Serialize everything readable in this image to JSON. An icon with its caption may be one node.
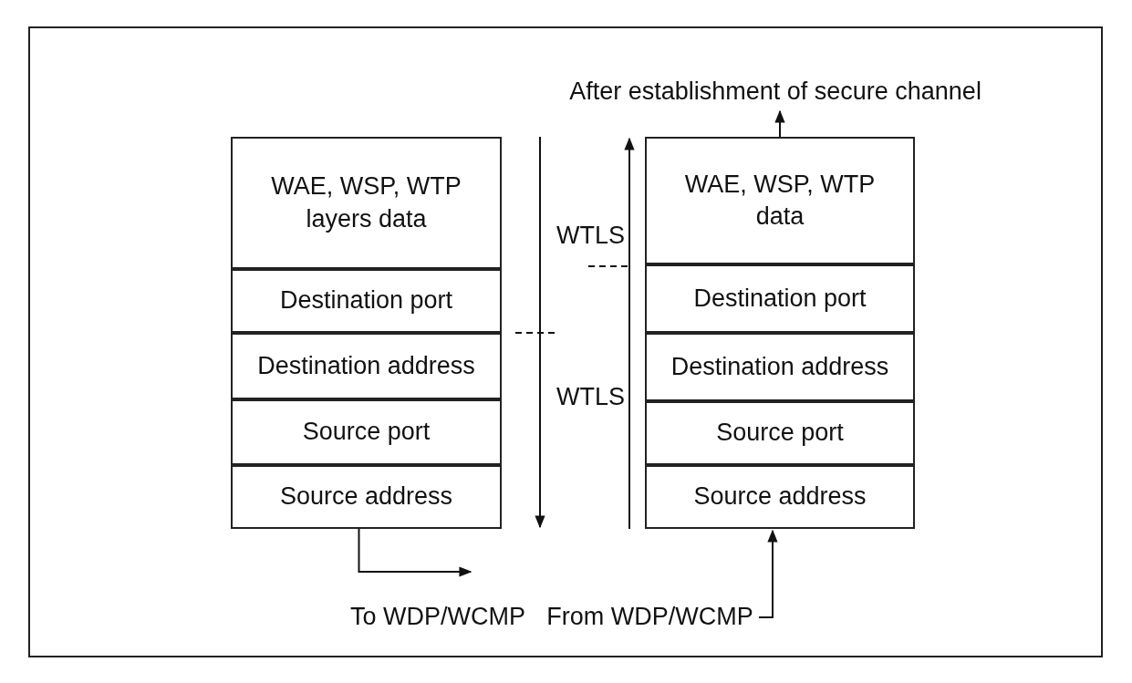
{
  "diagram": {
    "nodes": [
      {
        "text": [
          "After establishment of secure channel"
        ]
      },
      {
        "text": [
          "WAE, WSP, WTP layers data"
        ]
      },
      {
        "text": [
          "Destination port"
        ]
      },
      {
        "text": [
          "Destination address"
        ]
      },
      {
        "text": [
          "Source port"
        ]
      },
      {
        "text": [
          "Source address"
        ]
      },
      {
        "text": [
          "WAE, WSP, WTP data"
        ]
      },
      {
        "text": [
          "Destination port"
        ]
      },
      {
        "text": [
          "Destination address"
        ]
      },
      {
        "text": [
          "Source port"
        ]
      },
      {
        "text": [
          "Source address"
        ]
      },
      {
        "text": [
          "To WDP/WCMP"
        ]
      },
      {
        "text": [
          "From WDP/WCMP"
        ]
      }
    ],
    "edges": [
      {
        "from": 6,
        "to": 0,
        "arrow": "to"
      },
      {
        "from": 5,
        "to": 11,
        "arrow": "to"
      },
      {
        "from": 12,
        "to": 10,
        "arrow": "to"
      }
    ],
    "labels": [
      "WTLS",
      "WTLS"
    ]
  }
}
